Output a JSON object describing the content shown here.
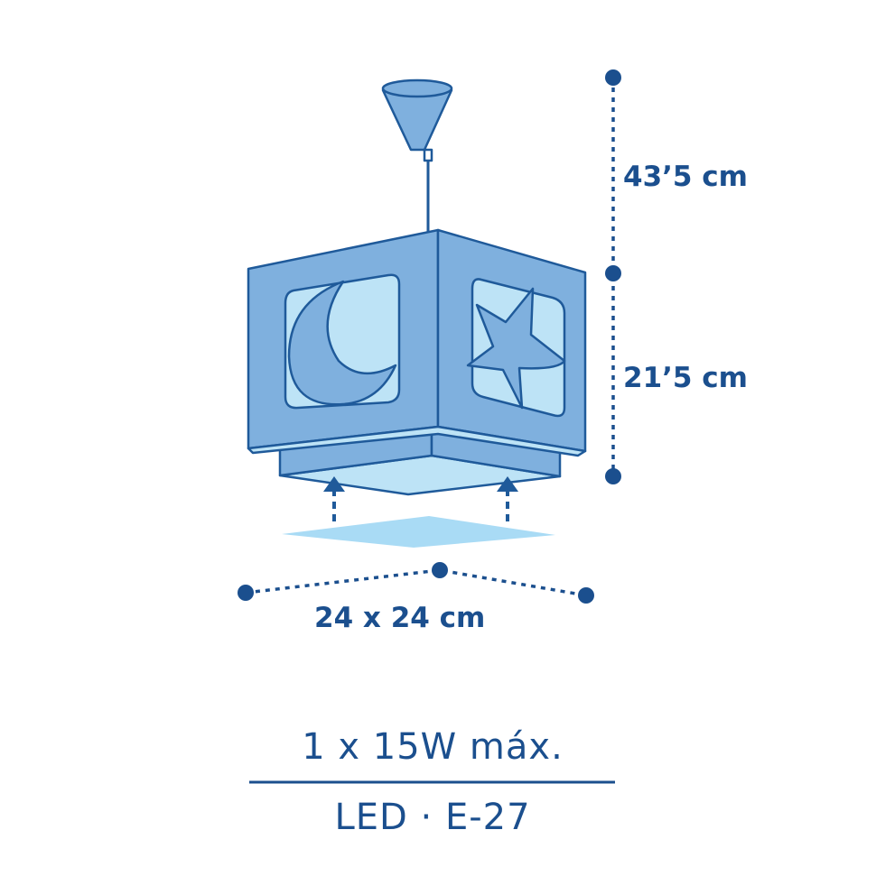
{
  "dimensions": {
    "upper_height": "43’5 cm",
    "lamp_height": "21’5 cm",
    "base": "24 x 24 cm"
  },
  "specs": {
    "power": "1 x 15W máx.",
    "bulb": "LED · E-27"
  },
  "colors": {
    "stroke": "#1f5a9a",
    "face": "#7fb0de",
    "window": "#bde3f6",
    "text": "#1b4f8e"
  }
}
